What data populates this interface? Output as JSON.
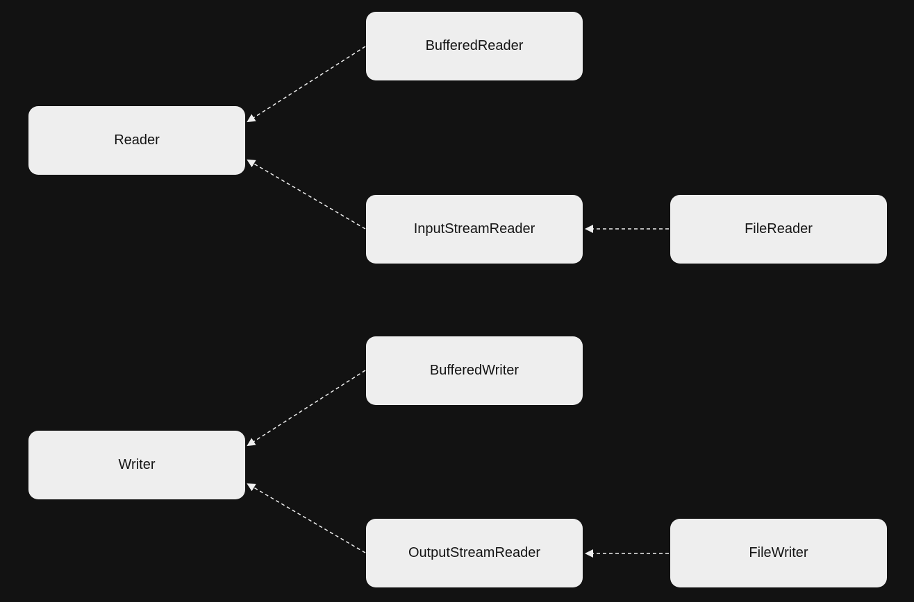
{
  "diagram": {
    "nodes": {
      "reader": "Reader",
      "buffered_reader": "BufferedReader",
      "input_stream_reader": "InputStreamReader",
      "file_reader": "FileReader",
      "writer": "Writer",
      "buffered_writer": "BufferedWriter",
      "output_stream_reader": "OutputStreamReader",
      "file_writer": "FileWriter"
    },
    "edges": [
      {
        "from": "BufferedReader",
        "to": "Reader",
        "style": "dashed"
      },
      {
        "from": "InputStreamReader",
        "to": "Reader",
        "style": "dashed"
      },
      {
        "from": "FileReader",
        "to": "InputStreamReader",
        "style": "dashed"
      },
      {
        "from": "BufferedWriter",
        "to": "Writer",
        "style": "dashed"
      },
      {
        "from": "OutputStreamReader",
        "to": "Writer",
        "style": "dashed"
      },
      {
        "from": "FileWriter",
        "to": "OutputStreamReader",
        "style": "dashed"
      }
    ],
    "colors": {
      "background": "#121212",
      "node_fill": "#eeeeee",
      "node_text": "#141414",
      "edge": "#eeeeee"
    }
  }
}
